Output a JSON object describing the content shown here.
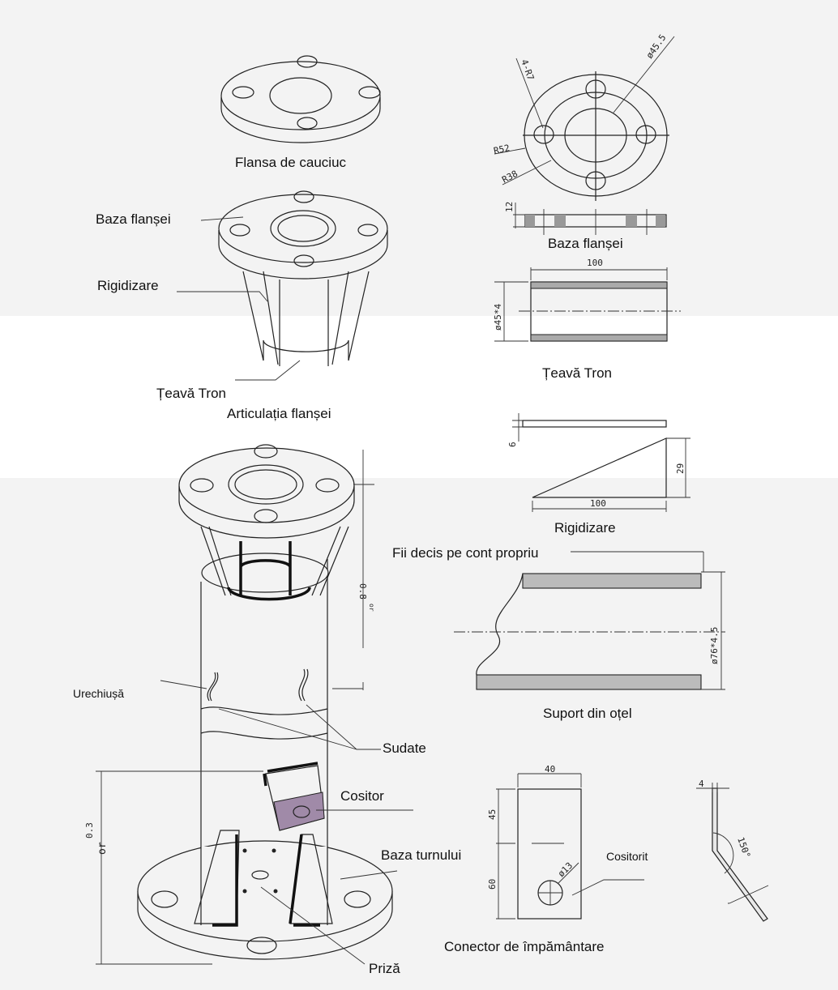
{
  "labels": {
    "rubber_flange": "Flansa de cauciuc",
    "flange_base_left": "Baza flanșei",
    "stiffener_left": "Rigidizare",
    "tron_pipe_left": "Țeavă  Tron",
    "flange_joint": "Articulația flanșei",
    "flange_base_right": "Baza flanșei",
    "tron_pipe_right": "Țeavă  Tron",
    "stiffener_right": "Rigidizare",
    "own_risk": "Fii decis pe cont propriu",
    "steel_support": "Suport din oțel",
    "ear": "Urechiușă",
    "welded": "Sudate",
    "tin": "Cositor",
    "tower_base": "Baza turnului",
    "socket": "Priză",
    "tinned": "Cositorit",
    "ground_connector": "Conector de împământare"
  },
  "dimensions": {
    "hole_radius": "4-R7",
    "bore_diameter": "ø45.5",
    "outer_radius": "R52",
    "bolt_radius": "R38",
    "flange_thickness": "12",
    "pipe_length": "100",
    "pipe_section": "ø45*4",
    "plate_thickness": "6",
    "stiffener_height": "29",
    "stiffener_length": "100",
    "support_section": "ø76*4.5",
    "upper_length": "0.8",
    "upper_length_suffix": "or",
    "lower_length": "0.3",
    "lower_length_suffix": "or",
    "connector_width": "40",
    "connector_upper": "45",
    "connector_lower": "60",
    "connector_hole": "ø13",
    "connector_thickness": "4",
    "bend_angle": "150°"
  }
}
